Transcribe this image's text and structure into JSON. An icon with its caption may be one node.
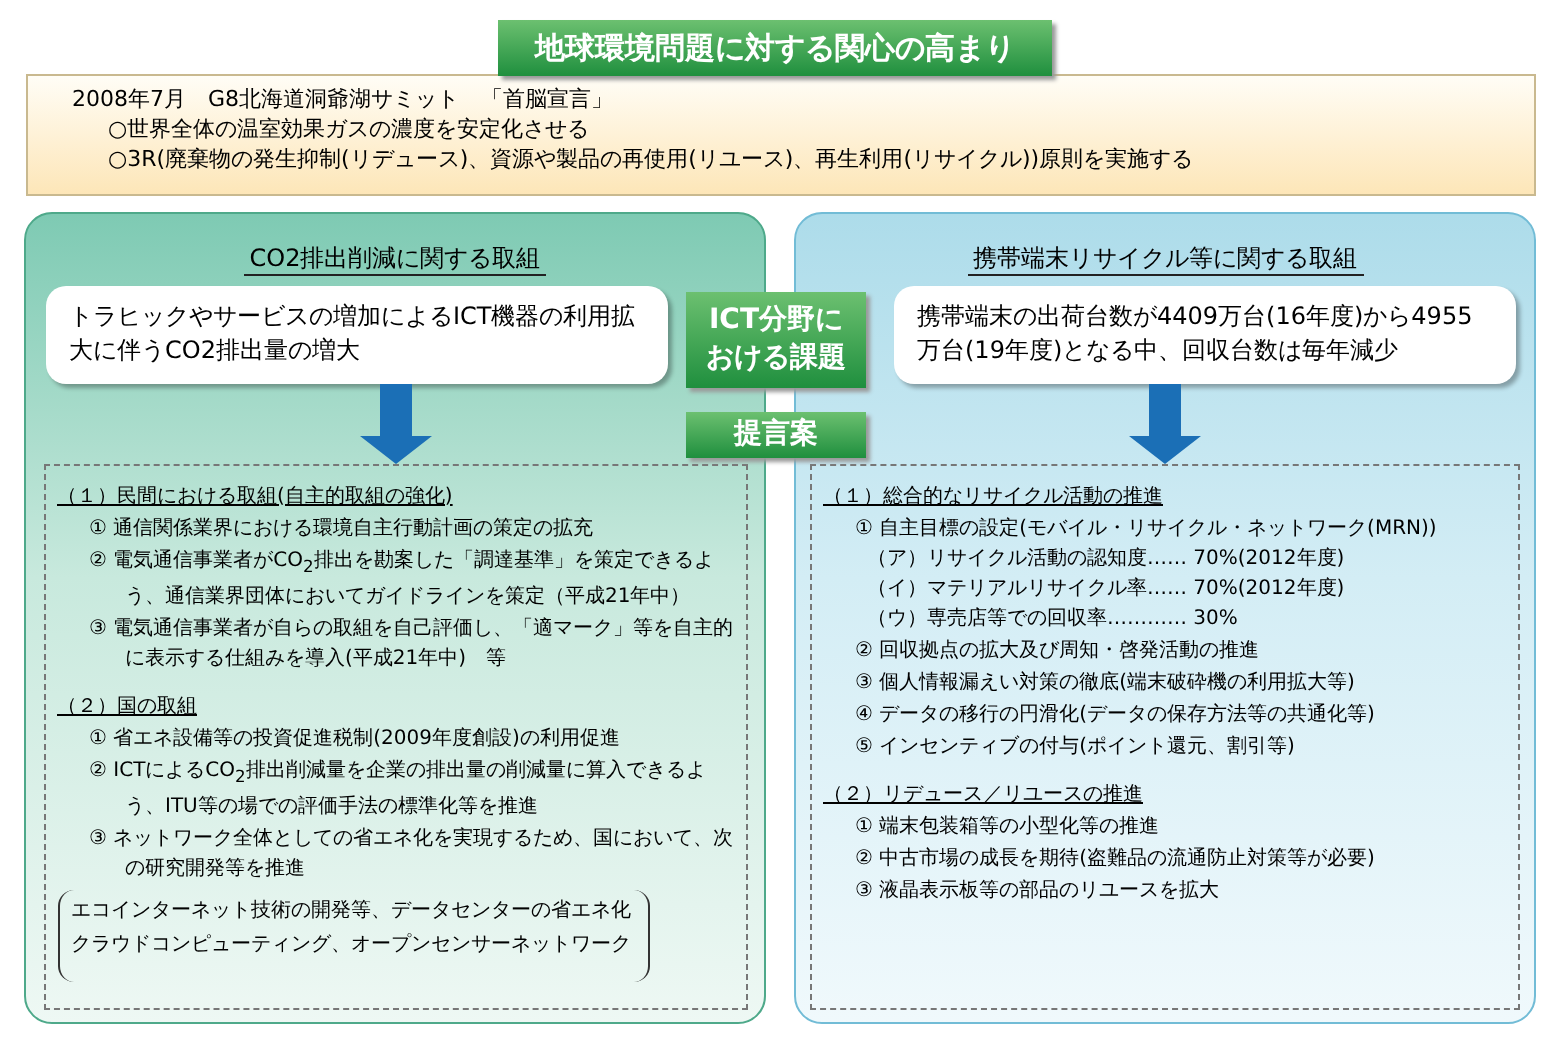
{
  "diagram": {
    "nodes": [
      {
        "text": [
          "地球環境問題に対する関心の高まり"
        ]
      },
      {
        "text": [
          "2008年7月　G8北海道洞爺湖サミット　「首脳宣言」",
          "○世界全体の温室効果ガスの濃度を安定化させる",
          "○3R(廃棄物の発生抑制(リデュース)、資源や製品の再使用(リユース)、再生利用(リサイクル))原則を実施する"
        ]
      },
      {
        "text": [
          "CO2排出削減に関する取組"
        ]
      },
      {
        "text": [
          "トラヒックやサービスの増加によるICT機器の利用拡大に伴うCO2排出量の増大"
        ],
        "in": 2
      },
      {
        "text": [
          "ICT分野における課題"
        ]
      },
      {
        "text": [
          "携帯端末リサイクル等に関する取組"
        ]
      },
      {
        "text": [
          "携帯端末の出荷台数が4409万台(16年度)から4955万台(19年度)となる中、回収台数は毎年減少"
        ],
        "in": 5
      },
      {
        "text": [
          "提言案"
        ]
      },
      {
        "text": [
          "（１）民間における取組(自主的取組の強化)",
          "① 通信関係業界における環境自主行動計画の策定の拡充",
          "② 電気通信事業者がCO$_{2}$排出を勘案した「調達基準」を策定できるよう、通信業界団体においてガイドラインを策定（平成21年中）",
          "③ 電気通信事業者が自らの取組を自己評価し、「適マーク」等を自主的に表示する仕組みを導入(平成21年中)　等",
          "（２）国の取組",
          "① 省エネ設備等の投資促進税制(2009年度創設)の利用促進",
          "② ICTによるCO$_{2}$排出削減量を企業の排出量の削減量に算入できるよう、ITU等の場での評価手法の標準化等を推進",
          "③ ネットワーク全体としての省エネ化を実現するため、国において、次の研究開発等を推進"
        ],
        "in": 2
      },
      {
        "text": [
          "エコインターネット技術の開発等、データセンターの省エネ化",
          "クラウドコンピューティング、オープンセンサーネットワーク"
        ],
        "in": 8
      },
      {
        "text": [
          "（１）総合的なリサイクル活動の推進",
          "① 自主目標の設定(モバイル・リサイクル・ネットワーク(MRN))",
          "（ア）リサイクル活動の認知度…… 70%(2012年度)",
          "（イ）マテリアルリサイクル率…… 70%(2012年度)",
          "（ウ）専売店等での回収率………… 30%",
          "② 回収拠点の拡大及び周知・啓発活動の推進",
          "③ 個人情報漏えい対策の徹底(端末破砕機の利用拡大等)",
          "④ データの移行の円滑化(データの保存方法等の共通化等)",
          "⑤ インセンティブの付与(ポイント還元、割引等)",
          "（２）リデュース／リユースの推進",
          "① 端末包装箱等の小型化等の推進",
          "② 中古市場の成長を期待(盗難品の流通防止対策等が必要)",
          "③ 液晶表示板等の部品のリユースを拡大"
        ],
        "in": 5
      }
    ],
    "edges": [
      {
        "from": 3,
        "to": 8,
        "arrow": "to"
      },
      {
        "from": 6,
        "to": 10,
        "arrow": "to"
      }
    ]
  }
}
